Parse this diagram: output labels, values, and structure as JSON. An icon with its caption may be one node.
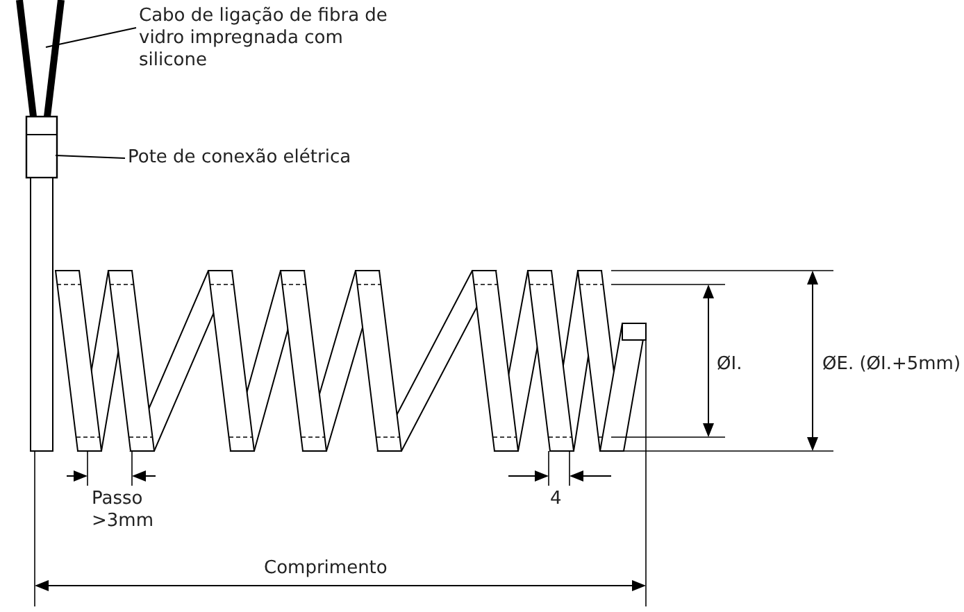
{
  "diagram": {
    "nodes": [
      {
        "text": [
          "Cabo de ligação de fibra de vidro impregnada com silicone"
        ]
      },
      {
        "text": [],
        "shape": "picture"
      },
      {
        "text": [
          "Pote de conexão elétrica"
        ]
      },
      {
        "text": [],
        "shape": "picture"
      }
    ],
    "edges": [
      {
        "from": 0,
        "to": 1,
        "arrow": "none"
      },
      {
        "from": 2,
        "to": 3,
        "arrow": "none"
      }
    ],
    "labels": [
      "Passo >3mm",
      "4",
      "ØI.",
      "ØE. (ØI.+5mm)",
      "Comprimento"
    ]
  }
}
